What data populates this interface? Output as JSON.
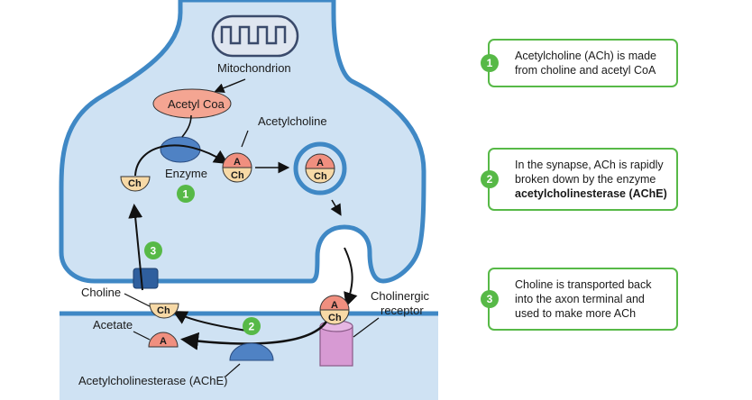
{
  "diagram": {
    "mitochondrion_label": "Mitochondrion",
    "acetyl_coa_label": "Acetyl Coa",
    "acetylcholine_label": "Acetylcholine",
    "enzyme_label": "Enzyme",
    "choline_label": "Choline",
    "acetate_label": "Acetate",
    "receptor_label_line1": "Cholinergic",
    "receptor_label_line2": "receptor",
    "ache_label": "Acetylcholinesterase (AChE)",
    "ch_symbol": "Ch",
    "a_symbol": "A",
    "markers": {
      "one": "1",
      "two": "2",
      "three": "3"
    }
  },
  "steps": [
    {
      "number": "1",
      "text": "Acetylcholine (ACh) is made from choline and acetyl CoA",
      "bold": ""
    },
    {
      "number": "2",
      "text": "In the synapse, ACh is rapidly broken down by the enzyme",
      "bold": "acetylcholinesterase (AChE)"
    },
    {
      "number": "3",
      "text": "Choline is transported back into the axon terminal and used to make more ACh",
      "bold": ""
    }
  ],
  "colors": {
    "neuron_fill": "#cfe2f3",
    "membrane": "#3f88c5",
    "acetyl_coa": "#f4a592",
    "enzyme": "#4f82c4",
    "choline": "#f7d9a6",
    "acetate": "#f08f7f",
    "receptor": "#d79ad3",
    "accent_green": "#57b947"
  }
}
